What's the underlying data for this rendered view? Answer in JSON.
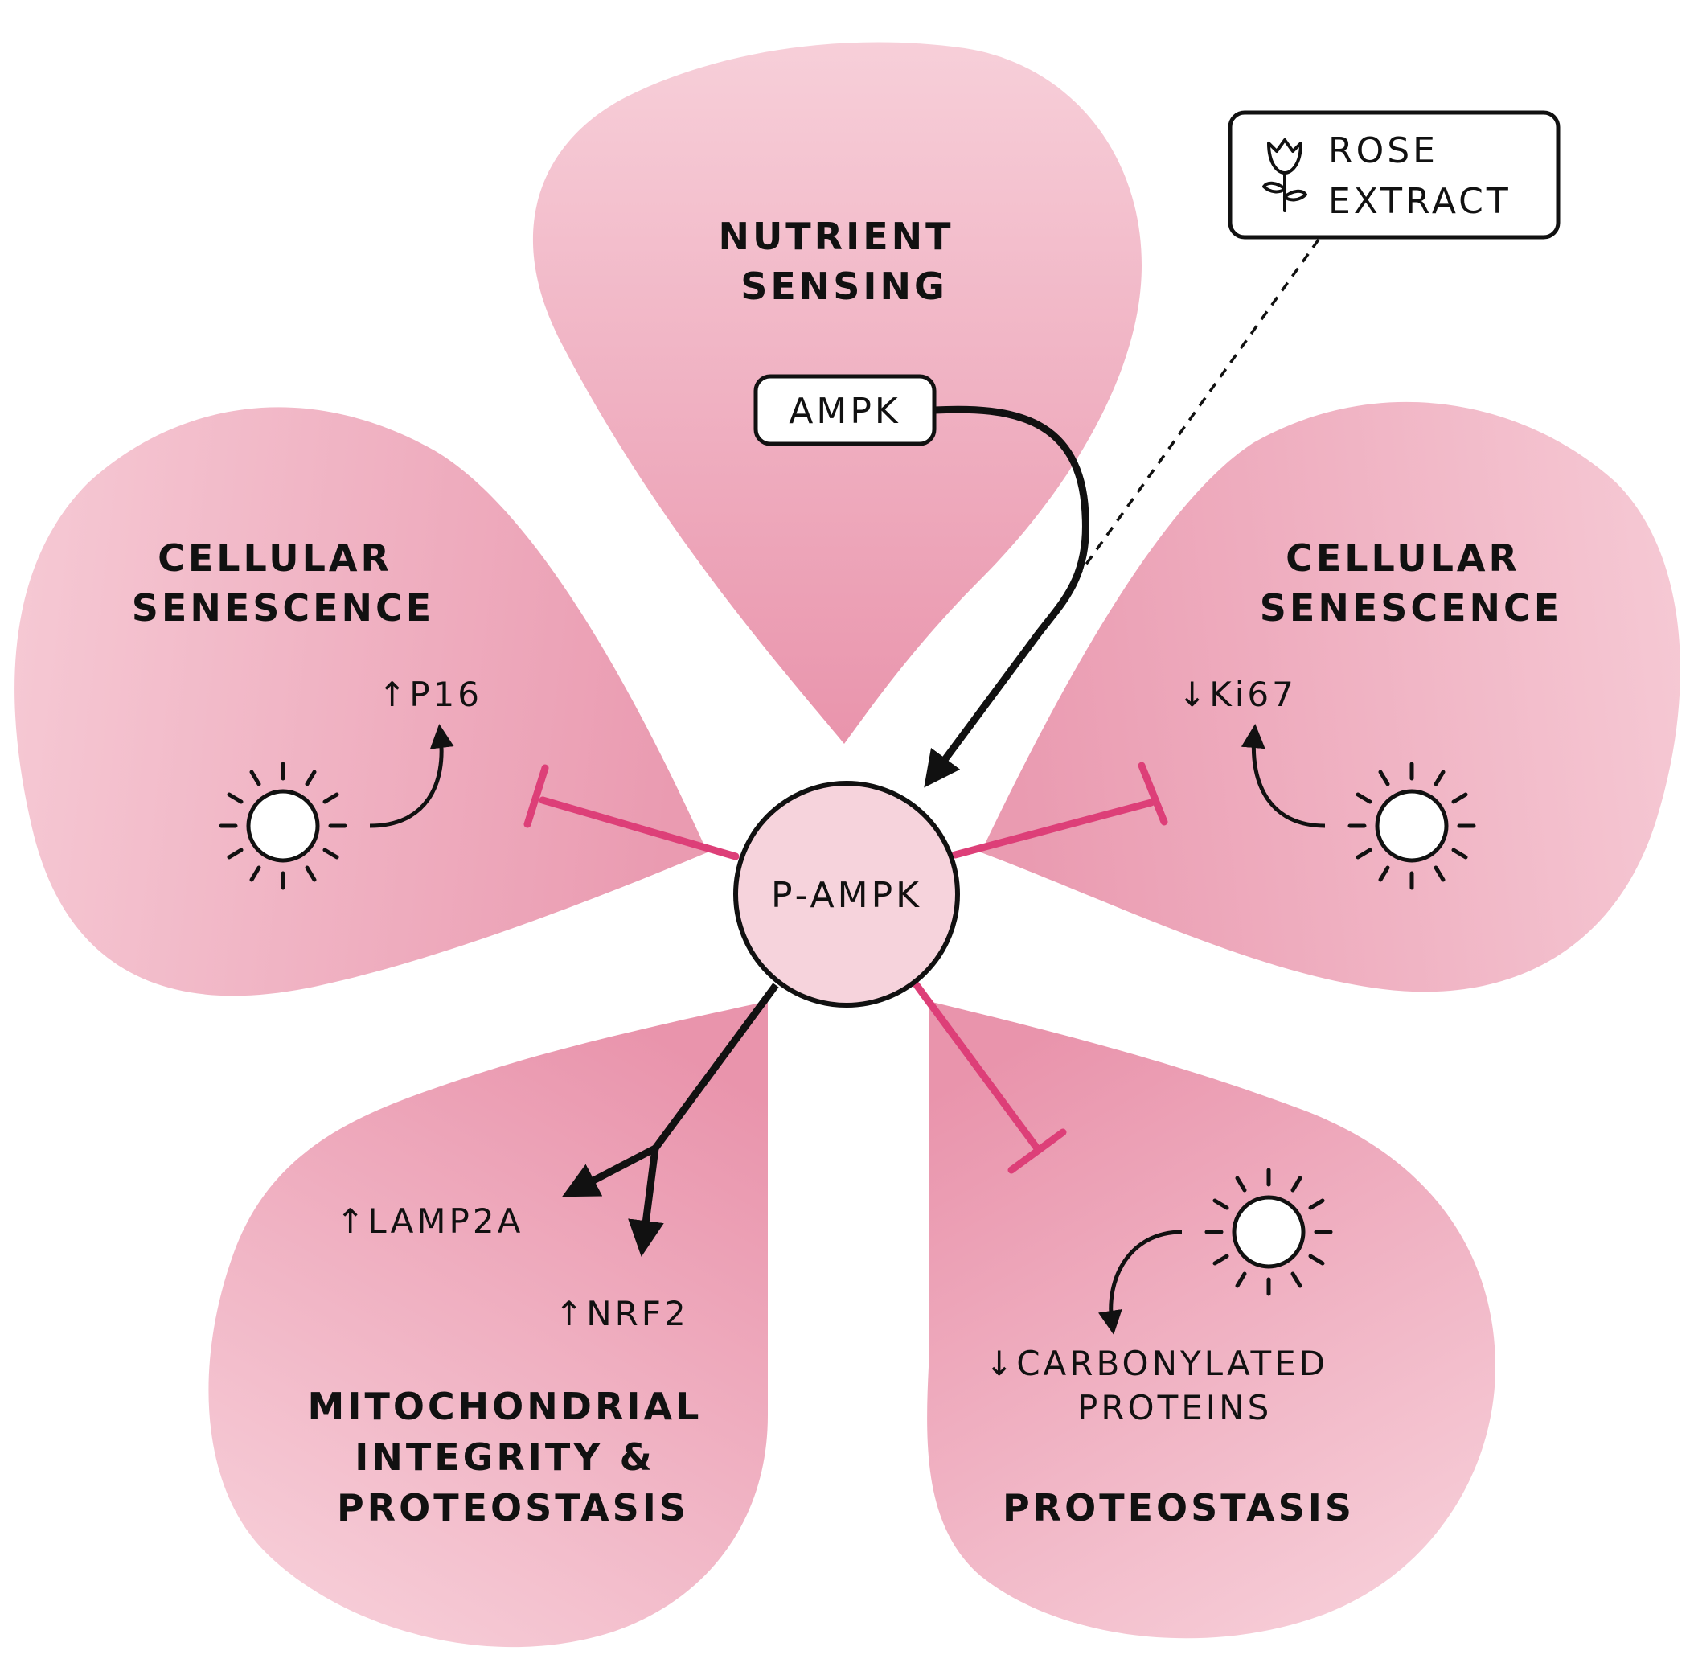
{
  "diagram": {
    "center_node": "P-AMPK",
    "colors": {
      "petal_light": "#f6c9d4",
      "petal_dark": "#e993ab",
      "center_fill": "#f6d3dc",
      "inhibit": "#dd3f78",
      "activate": "#111111"
    },
    "petals": {
      "top": {
        "title_lines": [
          "NUTRIENT",
          "SENSING"
        ],
        "node": "AMPK"
      },
      "left": {
        "title_lines": [
          "CELLULAR",
          "SENESCENCE"
        ],
        "marker": "P16",
        "direction": "up"
      },
      "right": {
        "title_lines": [
          "CELLULAR",
          "SENESCENCE"
        ],
        "marker": "Ki67",
        "direction": "down"
      },
      "bottom_left": {
        "title_lines": [
          "MITOCHONDRIAL",
          "INTEGRITY &",
          "PROTEOSTASIS"
        ],
        "markers": [
          {
            "label": "LAMP2A",
            "direction": "up"
          },
          {
            "label": "NRF2",
            "direction": "up"
          }
        ]
      },
      "bottom_right": {
        "title_lines": [
          "PROTEOSTASIS"
        ],
        "marker_lines": [
          "CARBONYLATED",
          "PROTEINS"
        ],
        "direction": "down"
      }
    },
    "rose_box": {
      "lines": [
        "ROSE",
        "EXTRACT"
      ],
      "icon": "rose-icon"
    },
    "edges": [
      {
        "from": "AMPK",
        "to": "P-AMPK",
        "type": "activation"
      },
      {
        "from": "ROSE EXTRACT",
        "to": "AMPK arrow",
        "type": "dashed"
      },
      {
        "from": "P-AMPK",
        "to": "CELLULAR SENESCENCE (left)",
        "type": "inhibition"
      },
      {
        "from": "P-AMPK",
        "to": "CELLULAR SENESCENCE (right)",
        "type": "inhibition"
      },
      {
        "from": "P-AMPK",
        "to": "PROTEOSTASIS",
        "type": "inhibition"
      },
      {
        "from": "P-AMPK",
        "to": "LAMP2A",
        "type": "activation"
      },
      {
        "from": "P-AMPK",
        "to": "NRF2",
        "type": "activation"
      }
    ]
  }
}
